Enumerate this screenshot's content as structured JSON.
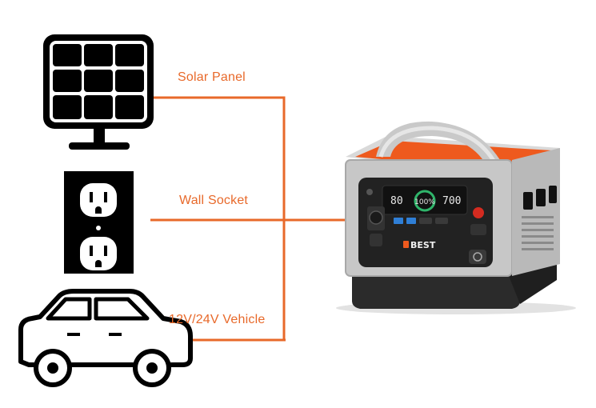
{
  "labels": {
    "solar": "Solar Panel",
    "wall": "Wall Socket",
    "vehicle": "12V/24V Vehicle"
  },
  "station": {
    "brand": "BEST",
    "display_left": "80",
    "display_center": "100%",
    "display_right": "700"
  },
  "colors": {
    "accent": "#e8692a",
    "handle": "#ee5a1e",
    "icon": "#000000"
  },
  "icons": [
    "solar-panel-icon",
    "wall-socket-icon",
    "car-icon",
    "power-station-image"
  ]
}
